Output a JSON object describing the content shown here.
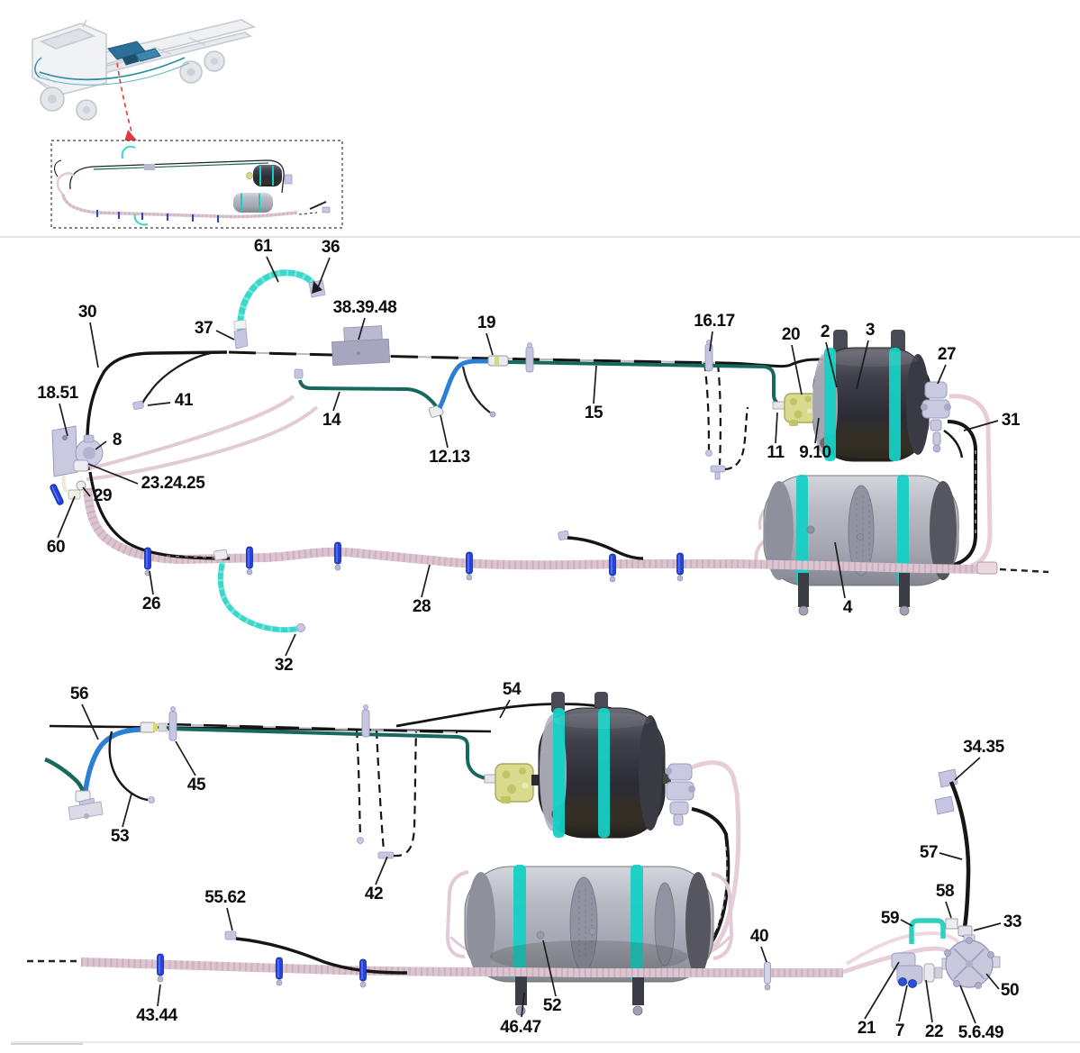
{
  "callouts": [
    {
      "text": "61"
    },
    {
      "text": "36"
    },
    {
      "text": "30"
    },
    {
      "text": "37"
    },
    {
      "text": "38.39.48"
    },
    {
      "text": "19"
    },
    {
      "text": "16.17"
    },
    {
      "text": "20"
    },
    {
      "text": "2"
    },
    {
      "text": "3"
    },
    {
      "text": "27"
    },
    {
      "text": "18.51"
    },
    {
      "text": "41"
    },
    {
      "text": "8"
    },
    {
      "text": "14"
    },
    {
      "text": "15"
    },
    {
      "text": "12.13"
    },
    {
      "text": "11"
    },
    {
      "text": "9.10"
    },
    {
      "text": "31"
    },
    {
      "text": "23.24.25"
    },
    {
      "text": "29"
    },
    {
      "text": "60"
    },
    {
      "text": "26"
    },
    {
      "text": "28"
    },
    {
      "text": "32"
    },
    {
      "text": "4"
    },
    {
      "text": "56"
    },
    {
      "text": "54"
    },
    {
      "text": "45"
    },
    {
      "text": "53"
    },
    {
      "text": "55.62"
    },
    {
      "text": "42"
    },
    {
      "text": "34.35"
    },
    {
      "text": "57"
    },
    {
      "text": "58"
    },
    {
      "text": "59"
    },
    {
      "text": "33"
    },
    {
      "text": "40"
    },
    {
      "text": "52"
    },
    {
      "text": "43.44"
    },
    {
      "text": "46.47"
    },
    {
      "text": "21"
    },
    {
      "text": "7"
    },
    {
      "text": "22"
    },
    {
      "text": "5.6.49"
    },
    {
      "text": "50"
    }
  ],
  "colors": {
    "teal_hose": "#38d8ca",
    "dark_green_tube": "#17695e",
    "blue_tube": "#2b7fd4",
    "pink_corrugated_hose": "#dcc5d1",
    "pink_tube": "#e2cbd6",
    "clip_blue": "#2443d8",
    "tank_strap_cyan": "#16cfc4",
    "tank_dark_body": "#2b2b33",
    "tank_gray_body": "#aeb0bc",
    "valve_yellow": "#d8da8e",
    "fitting_lavender": "#c6c6e2",
    "line_black": "#141414",
    "arrow_red": "#e03a3a"
  }
}
